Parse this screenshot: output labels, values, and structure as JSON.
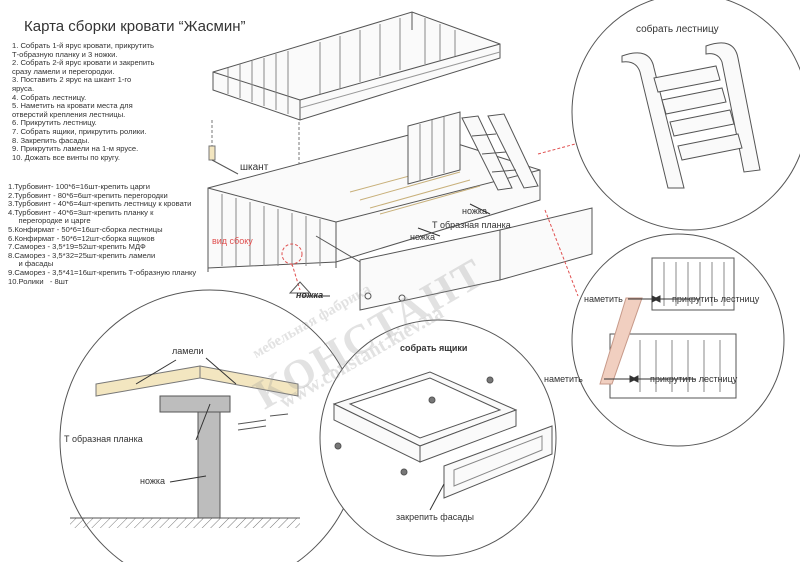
{
  "title": "Карта сборки кровати “Жасмин”",
  "steps": [
    "1. Собрать 1-й ярус кровати, прикрутить",
    "Т-образную планку и 3 ножки.",
    "2. Собрать 2-й ярус кровати и закрепить",
    "сразу ламели и перегородки.",
    "3. Поставить 2 ярус на шкант 1-го",
    "яруса.",
    "4. Собрать лестницу.",
    "5. Наметить на кровати места для",
    "отверстий крепления лестницы.",
    "6. Прикрутить лестницу.",
    "7. Собрать ящики, прикрутить ролики.",
    "8. Закрепить фасады.",
    "9. Прикрутить ламели на 1-м ярусе.",
    "10. Дожать все винты по кругу."
  ],
  "parts": [
    "1.Турбовинт- 100*6=16шт-крепить царги",
    "2.Турбовинт - 80*6=6шт-крепить перегородки",
    "3.Турбовинт - 40*6=4шт-крепить лестницу к кровати",
    "4.Турбовинт - 40*6=3шт-крепить планку к",
    "     перегородке и царге",
    "5.Конфирмат - 50*6=16шт-сборка лестницы",
    "6.Конфирмат - 50*6=12шт-сборка ящиков",
    "7.Саморез - 3,5*19=52шт-крепить МДФ",
    "8.Саморез - 3,5*32=25шт-крепить ламели",
    "     и фасады",
    "9.Саморез - 3,5*41=16шт-крепить Т-образную планку",
    "10.Ролики   - 8шт"
  ],
  "labels": {
    "shkant": "шкант",
    "nozhka_top": "ножка",
    "t_planka_top": "Т образная планка",
    "nozhka_mid": "ножка",
    "vid_sboku": "вид сбоку",
    "nozhka_left": "ножка",
    "sobrat_lestnicu": "собрать лестницу",
    "lameli": "ламели",
    "t_planka_detail": "Т образная планка",
    "nozhka_detail": "ножка",
    "sobrat_yashchiki": "собрать ящики",
    "zakrepit_fasady": "закрепить фасады",
    "nametit_1": "наметить",
    "prikrutit_1": "прикрутить лестницу",
    "nametit_2": "наметить",
    "prikrutit_2": "прикрутить лестницу"
  },
  "watermark": {
    "brand": "КОНСТАНТ",
    "line1": "мебельная фабрика",
    "url": "www.constant.kiev.ua"
  },
  "colors": {
    "line": "#555555",
    "wood": "#f3e6c0",
    "accent_red": "#e05050",
    "beam_gray": "#bdbdbd"
  }
}
